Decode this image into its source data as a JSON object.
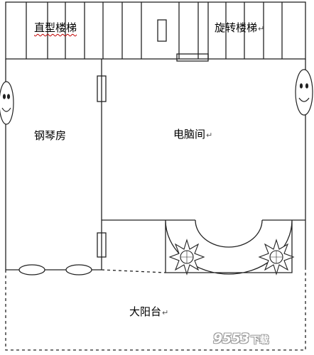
{
  "rooms": {
    "straight_stairs": "直型楼梯",
    "spiral_stairs": "旋转楼梯",
    "piano_room": "钢琴房",
    "computer_room": "电脑间",
    "balcony": "大阳台"
  },
  "paragraph_mark": "↵",
  "watermark": {
    "number": "9553",
    "text": "下载"
  },
  "colors": {
    "line": "#222222",
    "background": "#ffffff"
  }
}
